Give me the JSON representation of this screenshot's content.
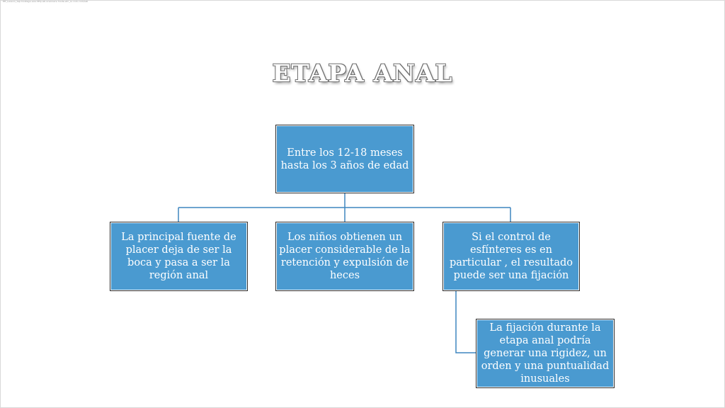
{
  "slide": {
    "header_text": "Ptf_Lesson_tap.hostage.exe.http.ab.scanners.mode.etc_is.com.com/lab",
    "title": "ETAPA ANAL"
  },
  "diagram": {
    "root": "Entre los 12-18 meses hasta los 3 años de edad",
    "children": [
      "La principal fuente de placer deja de ser la boca y pasa a ser la región anal",
      "Los niños obtienen un placer considerable de la retención y expulsión de heces",
      "Si el control de esfínteres es en particular , el resultado puede ser una fijación"
    ],
    "grandchild": "La fijación durante la etapa anal podría generar una rigidez, un orden y una puntualidad inusuales"
  },
  "colors": {
    "box_fill": "#4a9ad0",
    "connector": "#3f86bf"
  }
}
